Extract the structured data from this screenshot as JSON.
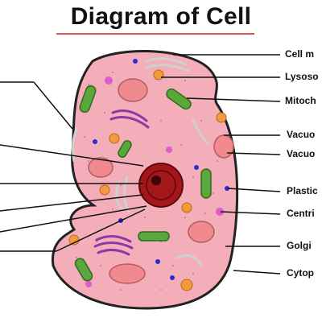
{
  "title": "Diagram of Cell",
  "labels": {
    "cell_membrane": "Cell m",
    "lysosome": "Lysoso",
    "mitochondria": "Mitoch",
    "vacuole_1": "Vacuo",
    "vacuole_2": "Vacuo",
    "plastid": "Plastic",
    "centriole": "Centri",
    "golgi": "Golgi",
    "cytoplasm": "Cytop"
  },
  "colors": {
    "cytoplasm": "#f4aeb9",
    "outline": "#222222",
    "nucleus": "#a4161a",
    "mitochondria": "#5aa83b",
    "golgi": "#8a3aa8",
    "vacuole": "#f08a8e",
    "lysosome": "#f39a3b",
    "vesicle": "#2a2ad0",
    "title_rule": "#d9534f"
  }
}
